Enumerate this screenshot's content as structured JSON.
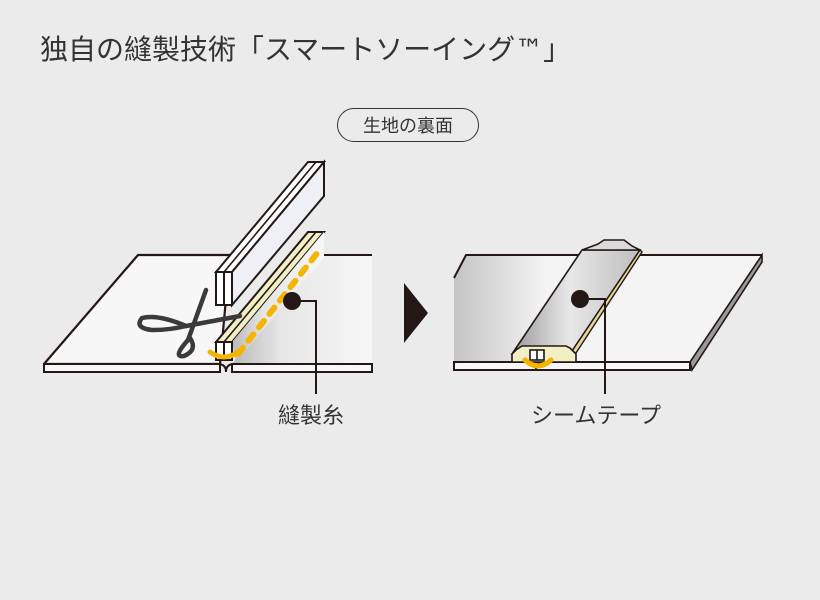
{
  "title": "独自の縫製技術「スマートソーイング™」",
  "badge": "生地の裏面",
  "labels": {
    "thread": "縫製糸",
    "tape": "シームテープ"
  },
  "colors": {
    "background": "#ebebeb",
    "outline": "#231815",
    "fabric": "#f7f7f7",
    "thread": "#f5b400",
    "seam_edge": "#f3efc4",
    "tape": "#c9c9c9",
    "arrow": "#231815"
  },
  "steps": [
    {
      "name": "cut-and-sew",
      "callout": "thread"
    },
    {
      "name": "taped-seam",
      "callout": "tape"
    }
  ]
}
